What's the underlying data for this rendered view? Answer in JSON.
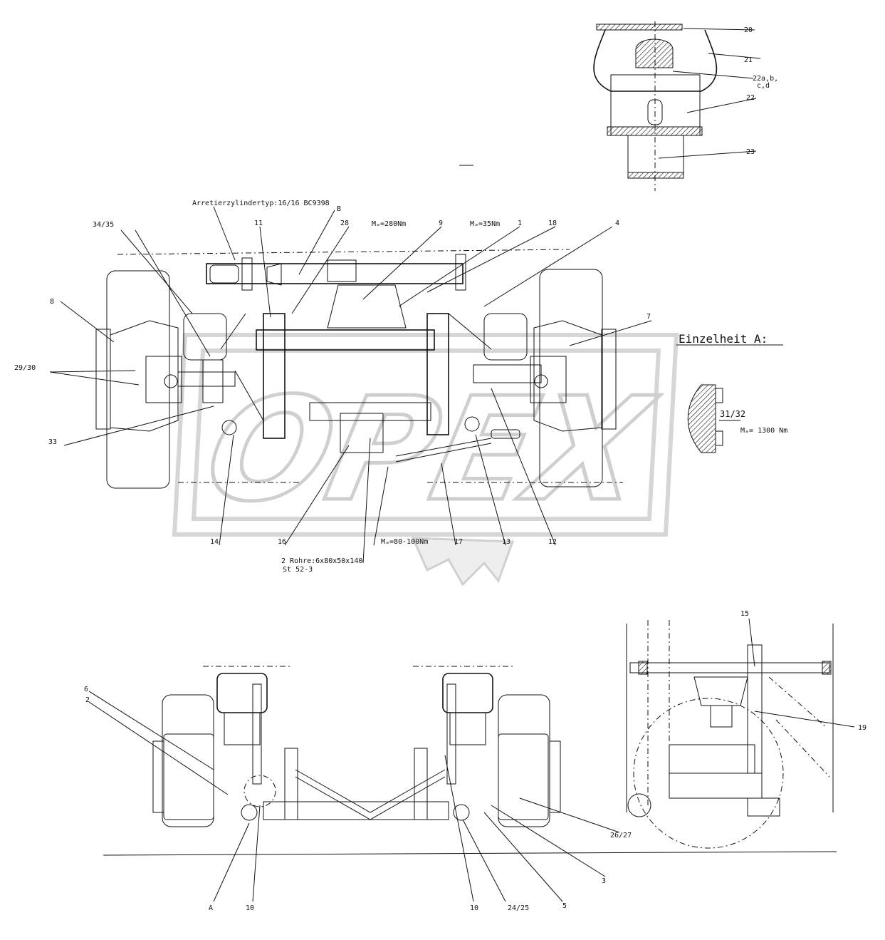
{
  "watermark": "OPEX",
  "callouts": {
    "c20": "20",
    "c21": "21",
    "c22abcd_1": "22a,b,",
    "c22abcd_2": "c,d",
    "c22": "22",
    "c23": "23",
    "cB": "B",
    "c28": "28",
    "c11": "11",
    "c3435": "34/35",
    "c9": "9",
    "c1": "1",
    "c18": "18",
    "c4": "4",
    "c8": "8",
    "c7": "7",
    "c2930": "29/30",
    "c33": "33",
    "c14": "14",
    "c16": "16",
    "c17": "17",
    "c13": "13",
    "c12": "12",
    "c3132": "31/32",
    "c6": "6",
    "c2": "2",
    "cA": "A",
    "c10a": "10",
    "c10b": "10",
    "c2425": "24/25",
    "c5": "5",
    "c3": "3",
    "c2627": "26/27",
    "c15": "15",
    "c19": "19"
  },
  "annotations": {
    "cylinder_type": "Arretierzylindertyp:16/16  BC9398",
    "torque_280": "Mₐ=280Nm",
    "torque_35": "Mₐ=35Nm",
    "torque_80_100": "Mₐ=80-100Nm",
    "torque_1300": "Mₐ= 1300 Nm",
    "tubes_1": "2 Rohre:6x80x50x140",
    "tubes_2": "St 52-3",
    "detail_a": "Einzelheit A:"
  }
}
